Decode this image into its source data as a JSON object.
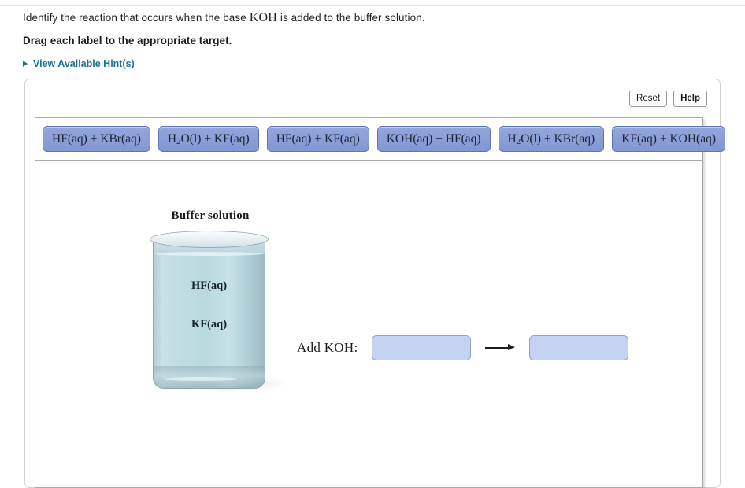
{
  "question": {
    "text_before": "Identify the reaction that occurs when the base ",
    "chem_term": "KOH",
    "text_after": " is added to the buffer solution.",
    "instruction": "Drag each label to the appropriate target.",
    "hint_link": "View Available Hint(s)"
  },
  "toolbar": {
    "reset_label": "Reset",
    "help_label": "Help"
  },
  "label_bank": {
    "chips": [
      {
        "parts": [
          {
            "t": "HF(aq) + KBr(aq)"
          }
        ]
      },
      {
        "parts": [
          {
            "t": "H"
          },
          {
            "sub": "2"
          },
          {
            "t": "O(l) + KF(aq)"
          }
        ]
      },
      {
        "parts": [
          {
            "t": "HF(aq) + KF(aq)"
          }
        ]
      },
      {
        "parts": [
          {
            "t": "KOH(aq) + HF(aq)"
          }
        ]
      },
      {
        "parts": [
          {
            "t": "H"
          },
          {
            "sub": "2"
          },
          {
            "t": "O(l) + KBr(aq)"
          }
        ]
      },
      {
        "parts": [
          {
            "t": "KF(aq) + KOH(aq)"
          }
        ]
      }
    ]
  },
  "figure": {
    "caption": "Buffer solution",
    "beaker_contents": [
      "HF(aq)",
      "KF(aq)"
    ],
    "add_label": "Add KOH:",
    "drop_targets": [
      {
        "value": ""
      },
      {
        "value": ""
      }
    ]
  },
  "colors": {
    "chip_fill": "#8b9fd8",
    "chip_border": "#5f74b4",
    "drop_fill": "#c5d3f2",
    "drop_border": "#8fa3cf",
    "hint_link": "#1a7296",
    "liquid": "#bcdae1",
    "panel_border": "#cfcfcf"
  }
}
